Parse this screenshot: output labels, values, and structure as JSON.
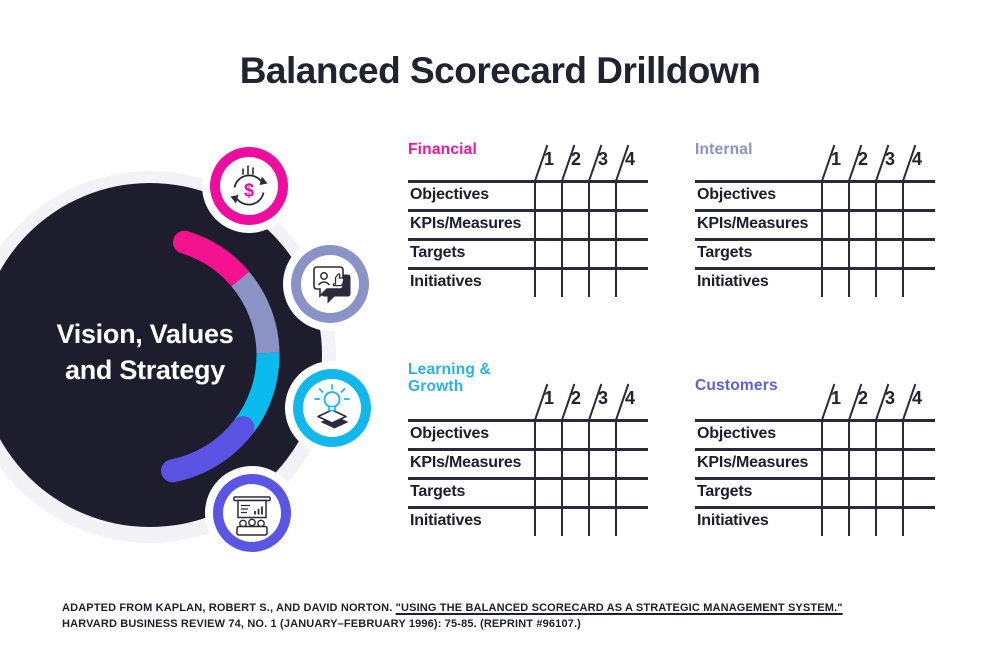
{
  "title": "Balanced Scorecard Drilldown",
  "hub": {
    "line1": "Vision, Values",
    "line2": "and Strategy",
    "bg": "#1E1D2D",
    "halo": "#F3F3F7"
  },
  "arc": {
    "segments": [
      {
        "name": "pink",
        "color": "#F5128F"
      },
      {
        "name": "periwinkle",
        "color": "#8A93C4"
      },
      {
        "name": "cyan",
        "color": "#0ABBF0"
      },
      {
        "name": "indigo",
        "color": "#5A52E2"
      }
    ]
  },
  "badges": [
    {
      "name": "money-cycle",
      "color": "#EE0D9E",
      "glyph_char": "$"
    },
    {
      "name": "customer-feedback",
      "color": "#8A93C8"
    },
    {
      "name": "idea-lightbulb",
      "color": "#12B7EC",
      "glyph_color": "#12B7EC"
    },
    {
      "name": "presentation-chart",
      "color": "#5A55E2"
    }
  ],
  "tables": [
    {
      "label": "Financial",
      "color": "#F3169B",
      "columns": [
        "1",
        "2",
        "3",
        "4"
      ],
      "rows": [
        "Objectives",
        "KPIs/Measures",
        "Targets",
        "Initiatives"
      ]
    },
    {
      "label": "Internal",
      "color": "#8A90C8",
      "columns": [
        "1",
        "2",
        "3",
        "4"
      ],
      "rows": [
        "Objectives",
        "KPIs/Measures",
        "Targets",
        "Initiatives"
      ]
    },
    {
      "label": "Learning & Growth",
      "color": "#29B1E8",
      "columns": [
        "1",
        "2",
        "3",
        "4"
      ],
      "rows": [
        "Objectives",
        "KPIs/Measures",
        "Targets",
        "Initiatives"
      ]
    },
    {
      "label": "Customers",
      "color": "#5B5FD8",
      "columns": [
        "1",
        "2",
        "3",
        "4"
      ],
      "rows": [
        "Objectives",
        "KPIs/Measures",
        "Targets",
        "Initiatives"
      ]
    }
  ],
  "footer": {
    "line1_prefix": "ADAPTED FROM KAPLAN, ROBERT S., AND DAVID NORTON. ",
    "line1_link": "\"USING THE BALANCED SCORECARD AS A STRATEGIC MANAGEMENT SYSTEM.\"",
    "line2": "HARVARD BUSINESS REVIEW 74, NO. 1 (JANUARY–FEBRUARY 1996): 75-85. (REPRINT #96107.)"
  }
}
